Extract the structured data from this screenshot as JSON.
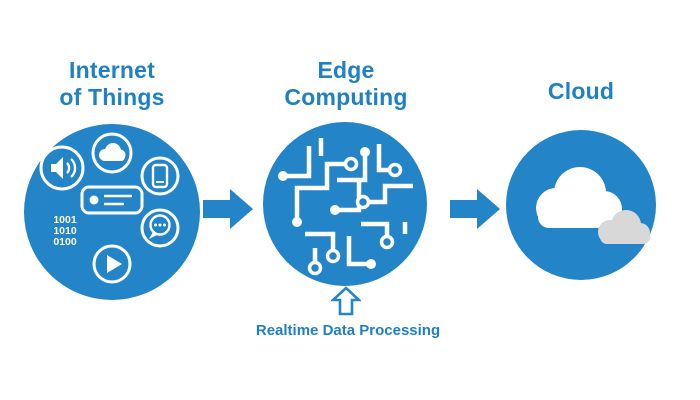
{
  "titles": {
    "iot": {
      "line1": "Internet",
      "line2": "of Things"
    },
    "edge": {
      "line1": "Edge",
      "line2": "Computing"
    },
    "cloud": {
      "line1": "Cloud"
    }
  },
  "caption": "Realtime Data Processing",
  "iot_icons": {
    "binary": {
      "line1": "1001",
      "line2": "1010",
      "line3": "0100"
    }
  },
  "colors": {
    "primary_blue": "#2484c8",
    "heading_blue": "#1f80c4",
    "cloud_gray": "#d8d8d8",
    "white": "#ffffff"
  }
}
